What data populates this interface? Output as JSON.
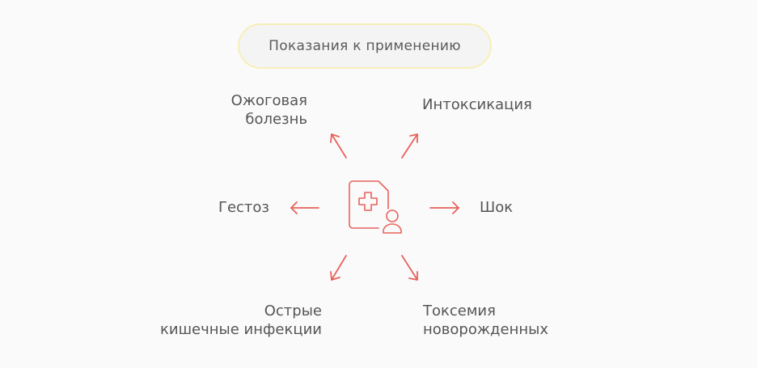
{
  "title": "Показания к применению",
  "accent_color": "#e8625c",
  "center_icon": "medical-record-patient-icon",
  "items": [
    {
      "position": "top-left",
      "line1": "Ожоговая",
      "line2": "болезнь"
    },
    {
      "position": "top-right",
      "line1": "Интоксикация",
      "line2": ""
    },
    {
      "position": "left",
      "line1": "Гестоз",
      "line2": ""
    },
    {
      "position": "right",
      "line1": "Шок",
      "line2": ""
    },
    {
      "position": "bottom-left",
      "line1": "Острые",
      "line2": "кишечные инфекции"
    },
    {
      "position": "bottom-right",
      "line1": "Токсемия",
      "line2": "новорожденных"
    }
  ]
}
